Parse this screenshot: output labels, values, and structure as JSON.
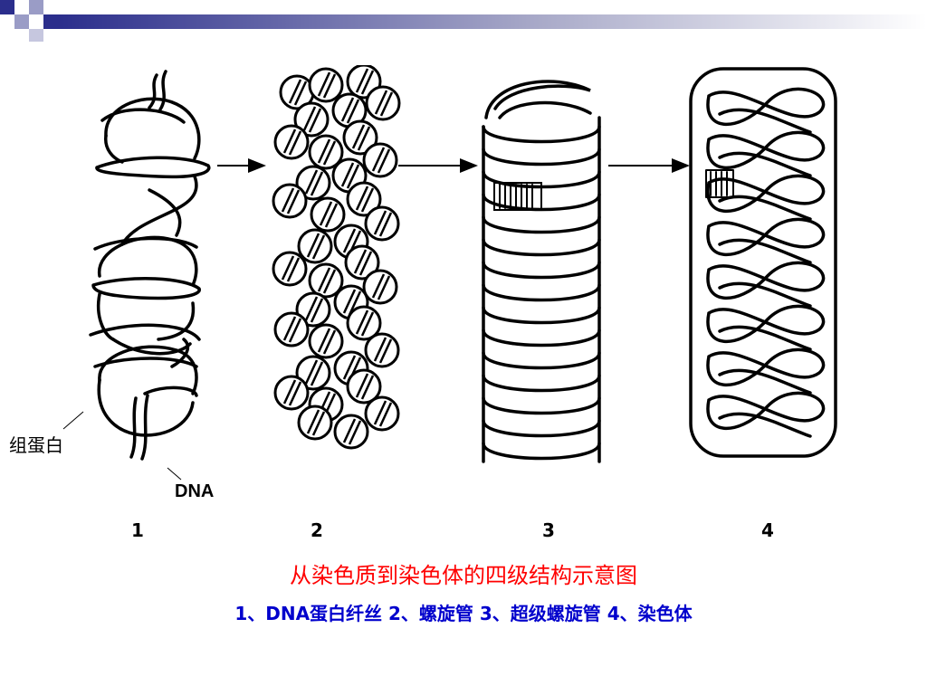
{
  "labels": {
    "histone": "组蛋白",
    "dna": "DNA"
  },
  "stages": [
    {
      "number": "1"
    },
    {
      "number": "2"
    },
    {
      "number": "3"
    },
    {
      "number": "4"
    }
  ],
  "caption": {
    "title": "从染色质到染色体的四级结构示意图",
    "subtitle": "1、DNA蛋白纤丝 2、螺旋管 3、超级螺旋管 4、染色体"
  },
  "colors": {
    "title": "#ff0000",
    "subtitle": "#0000cc",
    "accent": "#2b2e8c"
  }
}
